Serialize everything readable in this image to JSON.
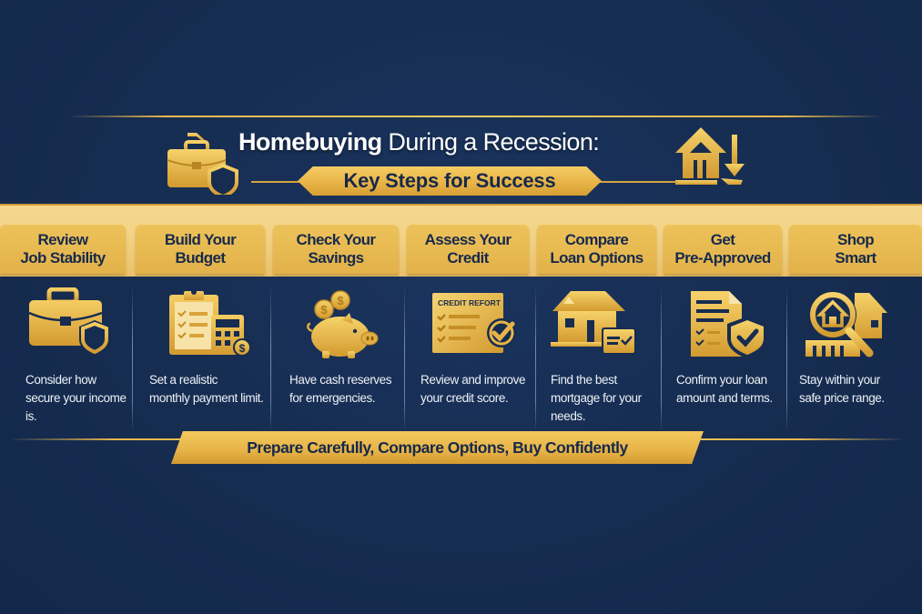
{
  "header": {
    "title_bold": "Homebuying",
    "title_rest": " During a Recession:",
    "subtitle": "Key Steps for Success",
    "left_icon": "briefcase-shield-icon",
    "right_icon": "house-down-arrow-icon"
  },
  "steps": [
    {
      "label": "Review\nJob Stability",
      "icon": "briefcase-shield-icon",
      "description": "Consider how\nsecure your income is."
    },
    {
      "label": "Build Your\nBudget",
      "icon": "clipboard-calculator-icon",
      "description": "Set a realistic\nmonthly payment limit."
    },
    {
      "label": "Check Your\nSavings",
      "icon": "piggy-bank-coins-icon",
      "description": "Have cash reserves\nfor emergencies."
    },
    {
      "label": "Assess Your\nCredit",
      "icon": "credit-report-icon",
      "icon_text": "CREDIT REFORT",
      "description": "Review and improve\nyour credit score."
    },
    {
      "label": "Compare\nLoan Options",
      "icon": "house-document-icon",
      "description": "Find the best\nmortgage for your\nneeds."
    },
    {
      "label": "Get\nPre-Approved",
      "icon": "document-shield-check-icon",
      "description": "Confirm your loan\namount and terms."
    },
    {
      "label": "Shop\nSmart",
      "icon": "magnifier-house-icon",
      "description": "Stay within your\nsafe price range."
    }
  ],
  "tagline": "Prepare Carefully, Compare Options, Buy Confidently",
  "colors": {
    "background": "#162c50",
    "gold": "#e8b448",
    "gold_light": "#f4d68e",
    "navy_text": "#16294a",
    "white_text": "#eef1f6"
  }
}
